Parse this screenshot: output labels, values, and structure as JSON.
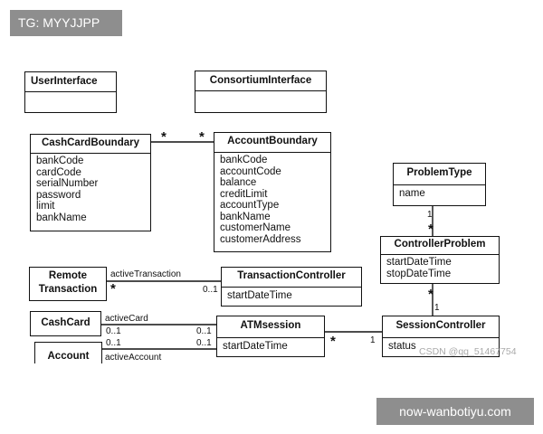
{
  "overlays": {
    "top_badge": "TG: MYYJJPP",
    "bottom_badge": "now-wanbotiyu.com",
    "watermark": "CSDN @qq_51467754"
  },
  "classes": {
    "user_interface": {
      "name": "UserInterface",
      "attributes": []
    },
    "consortium_interface": {
      "name": "ConsortiumInterface",
      "attributes": []
    },
    "cash_card_boundary": {
      "name": "CashCardBoundary",
      "attributes": [
        "bankCode",
        "cardCode",
        "serialNumber",
        "password",
        "limit",
        "bankName"
      ]
    },
    "account_boundary": {
      "name": "AccountBoundary",
      "attributes": [
        "bankCode",
        "accountCode",
        "balance",
        "creditLimit",
        "accountType",
        "bankName",
        "customerName",
        "customerAddress"
      ]
    },
    "problem_type": {
      "name": "ProblemType",
      "attributes": [
        "name"
      ]
    },
    "controller_problem": {
      "name": "ControllerProblem",
      "attributes": [
        "startDateTime",
        "stopDateTime"
      ]
    },
    "remote_transaction": {
      "name_line1": "Remote",
      "name_line2": "Transaction"
    },
    "transaction_controller": {
      "name": "TransactionController",
      "attributes": [
        "startDateTime"
      ]
    },
    "cash_card": {
      "name": "CashCard"
    },
    "atm_session": {
      "name": "ATMsession",
      "attributes": [
        "startDateTime"
      ]
    },
    "session_controller": {
      "name": "SessionController",
      "attributes": [
        "status"
      ]
    },
    "account": {
      "name": "Account"
    }
  },
  "relations": {
    "cashcard_account_boundary": {
      "left": "*",
      "right": "*"
    },
    "problem_type_controller_problem": {
      "top": "1",
      "bottom": "*"
    },
    "controller_problem_session_controller": {
      "top": "*",
      "bottom": "1"
    },
    "remote_transaction_controller": {
      "role": "activeTransaction",
      "left": "*",
      "right": "0..1"
    },
    "cash_card_atm_session": {
      "role": "activeCard",
      "left": "0..1",
      "right": "0..1"
    },
    "account_atm_session": {
      "role": "activeAccount",
      "left": "0..1",
      "right": "0..1"
    },
    "atm_session_session_controller": {
      "left": "*",
      "right": "1"
    }
  }
}
